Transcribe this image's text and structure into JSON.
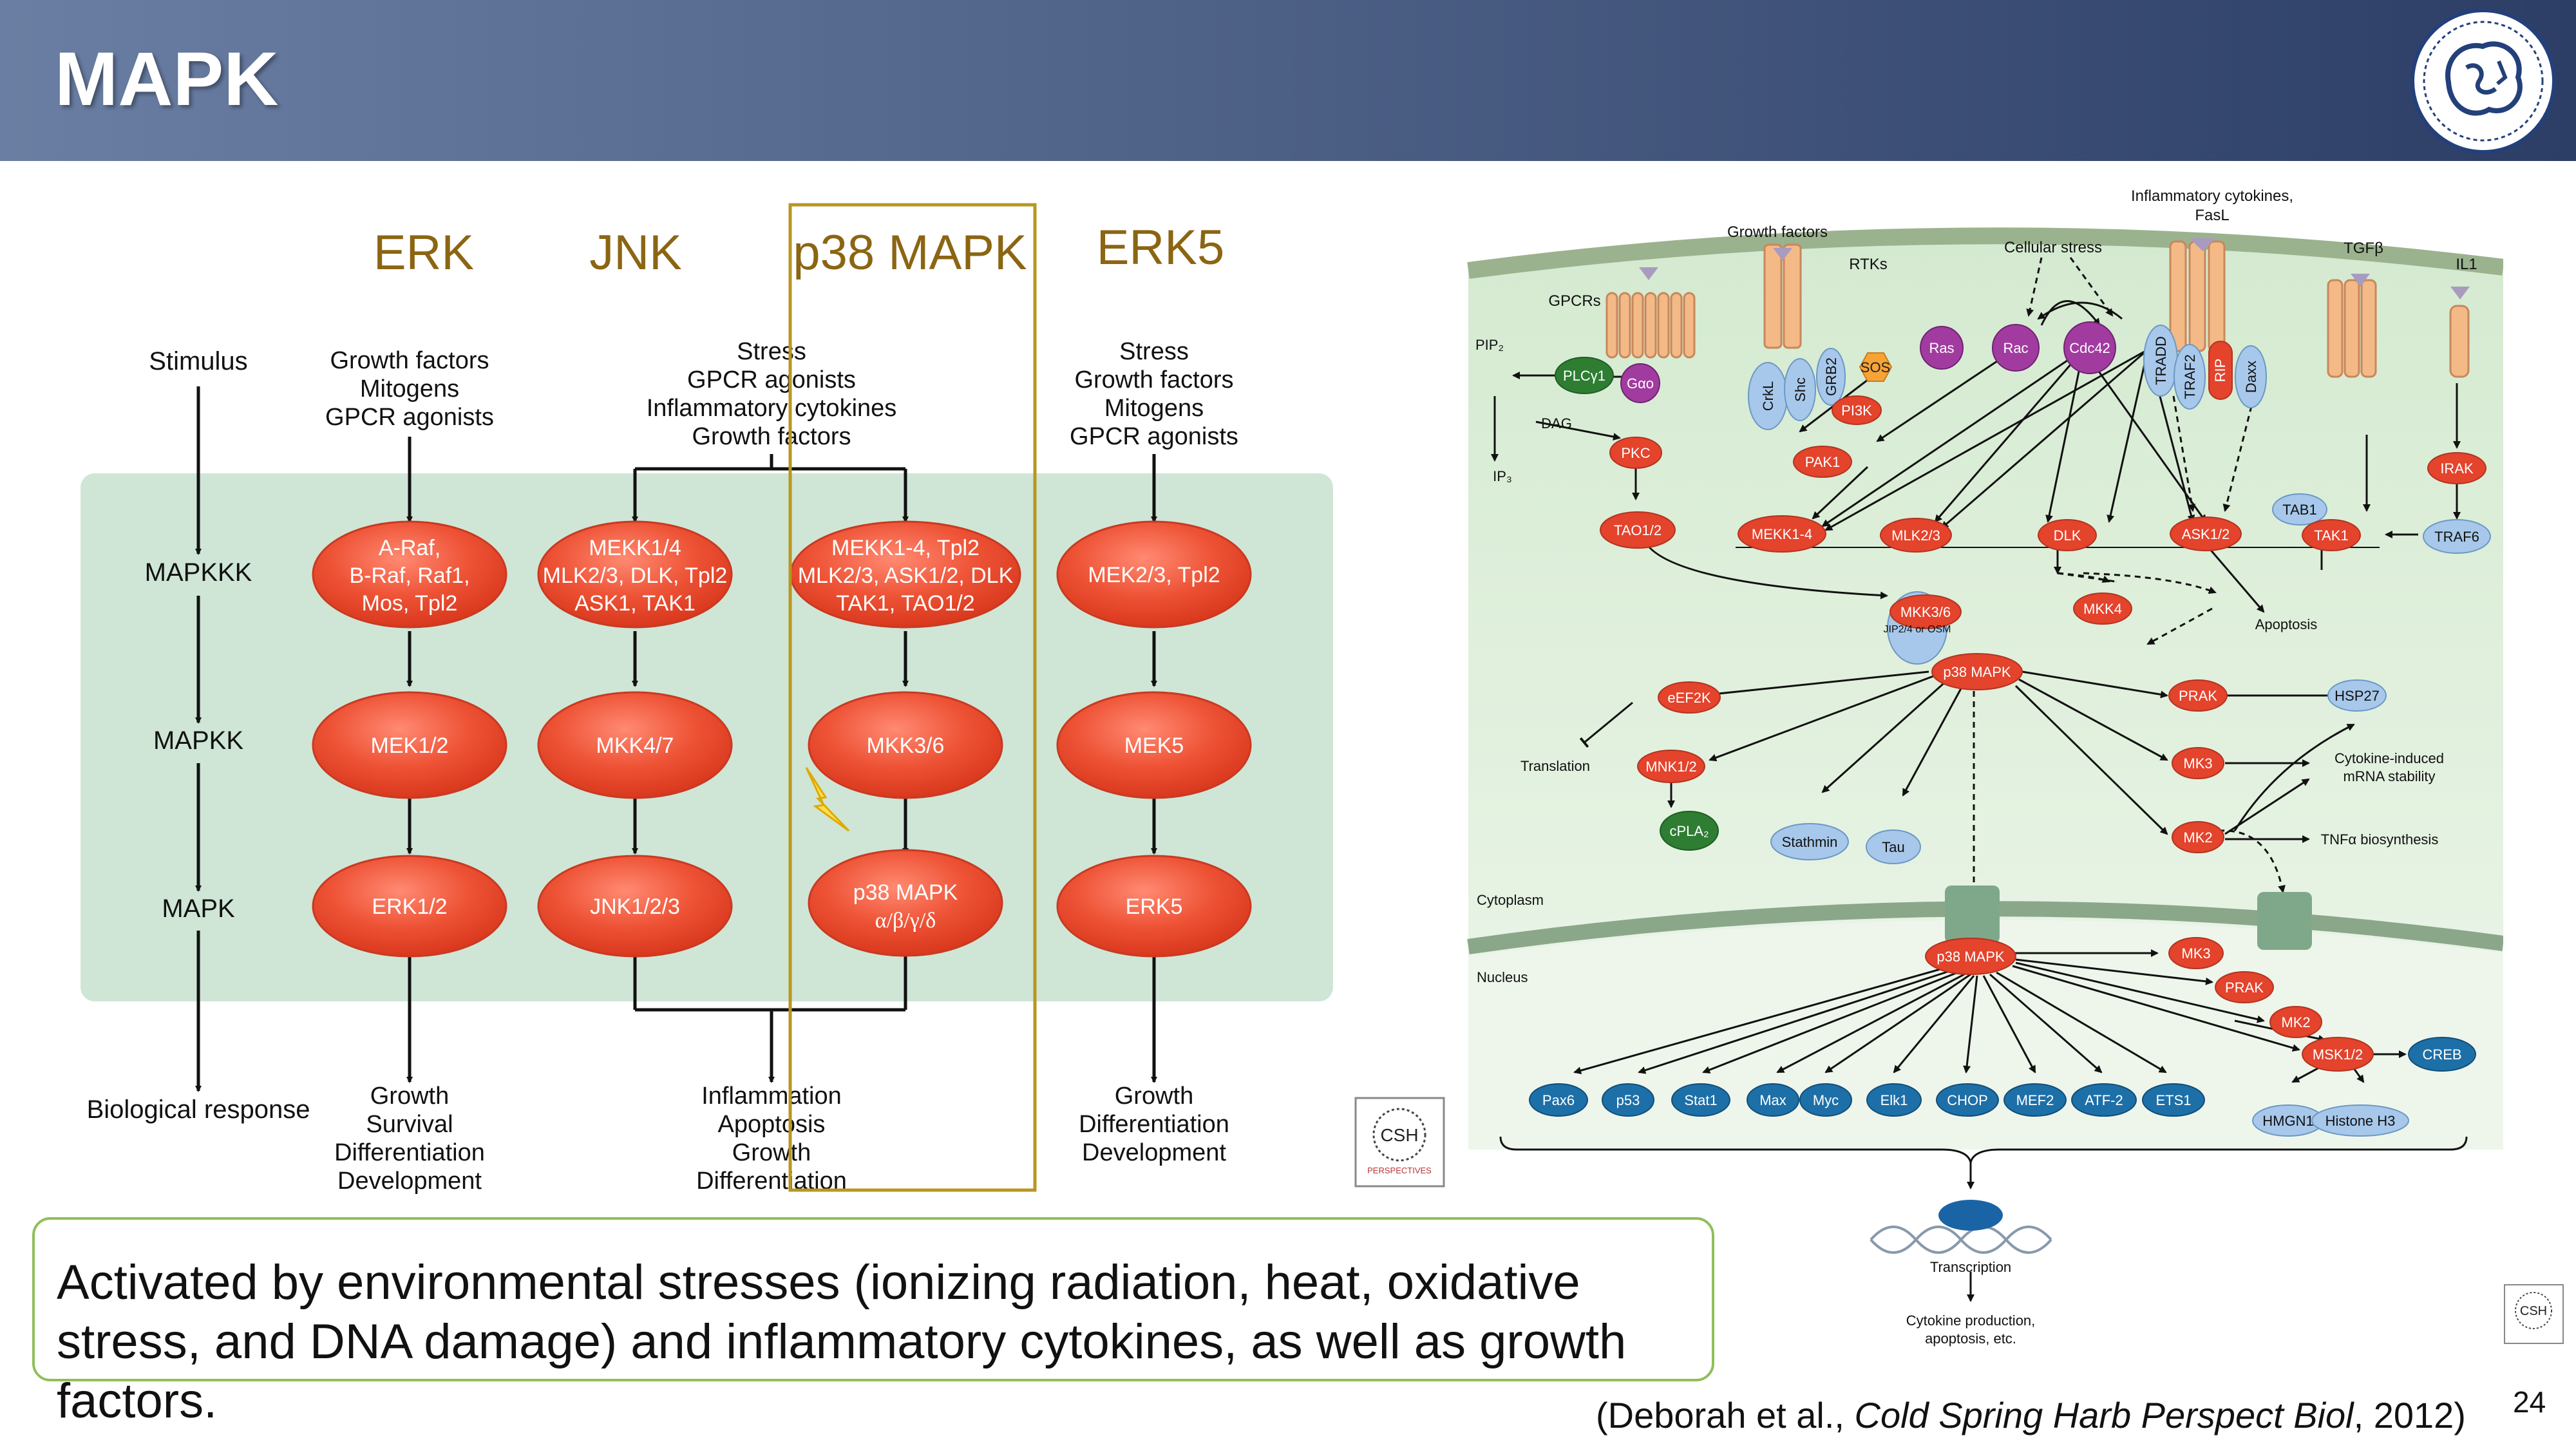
{
  "slide": {
    "title": "MAPK",
    "page_number": "24"
  },
  "callout": {
    "text": "Activated by environmental stresses (ionizing radiation, heat, oxidative stress, and DNA damage) and inflammatory cytokines, as well as growth factors."
  },
  "citation": {
    "prefix": "(Deborah et al., ",
    "journal": "Cold Spring Harb Perspect Biol",
    "suffix": ", 2012)"
  },
  "left": {
    "headers": {
      "erk": "ERK",
      "jnk": "JNK",
      "p38": "p38 MAPK",
      "erk5": "ERK5"
    },
    "rows": {
      "stimulus": "Stimulus",
      "mapkkk": "MAPKKK",
      "mapkk": "MAPKK",
      "mapk": "MAPK",
      "response": "Biological response"
    },
    "stimuli": {
      "erk": [
        "Growth factors",
        "Mitogens",
        "GPCR agonists"
      ],
      "jnk_p38": [
        "Stress",
        "GPCR agonists",
        "Inflammatory cytokines",
        "Growth factors"
      ],
      "erk5": [
        "Stress",
        "Growth factors",
        "Mitogens",
        "GPCR agonists"
      ]
    },
    "mapkkk": {
      "erk": [
        "A-Raf,",
        "B-Raf, Raf1,",
        "Mos, Tpl2"
      ],
      "jnk": [
        "MEKK1/4",
        "MLK2/3, DLK, Tpl2",
        "ASK1, TAK1"
      ],
      "p38": [
        "MEKK1-4, Tpl2",
        "MLK2/3, ASK1/2, DLK",
        "TAK1, TAO1/2"
      ],
      "erk5": [
        "MEK2/3, Tpl2"
      ]
    },
    "mapkk": {
      "erk": "MEK1/2",
      "jnk": "MKK4/7",
      "p38": "MKK3/6",
      "erk5": "MEK5"
    },
    "mapk": {
      "erk": "ERK1/2",
      "jnk": "JNK1/2/3",
      "p38": "p38 MAPK",
      "p38_iso": "α/β/γ/δ",
      "erk5": "ERK5"
    },
    "responses": {
      "erk": [
        "Growth",
        "Survival",
        "Differentiation",
        "Development"
      ],
      "jnk_p38": [
        "Inflammation",
        "Apoptosis",
        "Growth",
        "Differentiation"
      ],
      "erk5": [
        "Growth",
        "Differentiation",
        "Development"
      ]
    },
    "badge": {
      "line1": "CSH",
      "line2": "PERSPECTIVES"
    }
  },
  "right": {
    "inputs": {
      "growth_factors": "Growth factors",
      "rtks": "RTKs",
      "gpcrs": "GPCRs",
      "cellular_stress": "Cellular stress",
      "infl_line1": "Inflammatory cytokines,",
      "infl_line2": "FasL",
      "tgfb": "TGFβ",
      "il1": "IL1"
    },
    "lipids": {
      "pip2": "PIP₂",
      "dag": "DAG",
      "ip3": "IP₃"
    },
    "nodes": {
      "plcg1": "PLCγ1",
      "gao": "Gαo",
      "crkl": "CrkL",
      "shc": "Shc",
      "grb2": "GRB2",
      "sos": "SOS",
      "pi3k": "PI3K",
      "ras": "Ras",
      "rac": "Rac",
      "cdc42": "Cdc42",
      "tradd": "TRADD",
      "traf2": "TRAF2",
      "rip": "RIP",
      "daxx": "Daxx",
      "pkc": "PKC",
      "pak1": "PAK1",
      "irak": "IRAK",
      "tab1": "TAB1",
      "tak1": "TAK1",
      "traf6": "TRAF6",
      "tao12": "TAO1/2",
      "mekk14": "MEKK1-4",
      "mlk23": "MLK2/3",
      "dlk": "DLK",
      "ask12": "ASK1/2",
      "apoptosis": "Apoptosis",
      "jip": "JIP2/4 or OSM",
      "mkk36": "MKK3/6",
      "mkk4": "MKK4",
      "p38": "p38 MAPK",
      "eef2k": "eEF2K",
      "translation": "Translation",
      "mnk12": "MNK1/2",
      "cpla2": "cPLA₂",
      "stathmin": "Stathmin",
      "tau": "Tau",
      "prak": "PRAK",
      "hsp27": "HSP27",
      "mk3": "MK3",
      "cytokine_mrna_line1": "Cytokine-induced",
      "cytokine_mrna_line2": "mRNA stability",
      "mk2": "MK2",
      "tnfa": "TNFα biosynthesis",
      "cytoplasm": "Cytoplasm",
      "nucleus": "Nucleus",
      "p38_nuc": "p38 MAPK",
      "mk3_nuc": "MK3",
      "prak_nuc": "PRAK",
      "mk2_nuc": "MK2",
      "msk12": "MSK1/2",
      "creb": "CREB",
      "hmgn1": "HMGN1",
      "histone_h3": "Histone H3",
      "transcription": "Transcription",
      "outcome_line1": "Cytokine production,",
      "outcome_line2": "apoptosis, etc."
    },
    "tfs": [
      "Pax6",
      "p53",
      "Stat1",
      "Max",
      "Myc",
      "Elk1",
      "CHOP",
      "MEF2",
      "ATF-2",
      "ETS1"
    ],
    "colors": {
      "red": "#e4432c",
      "blue": "#1d6fa8",
      "green": "#2e7d32",
      "lightblue": "#a7c8ea",
      "cellbg": "#e6f2e0"
    }
  }
}
